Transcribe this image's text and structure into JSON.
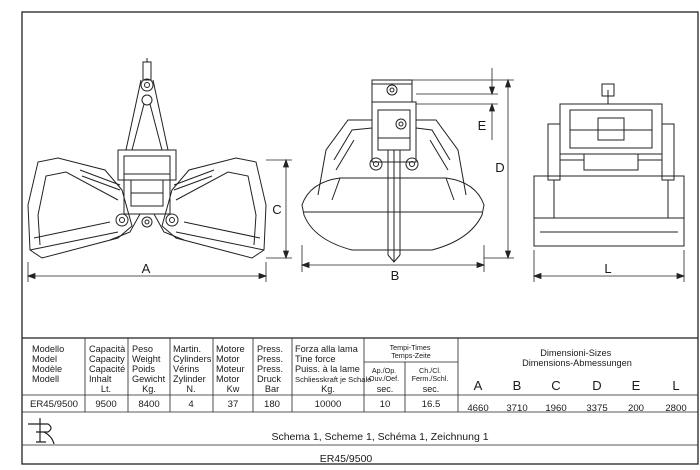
{
  "views": {
    "front_label": "A",
    "height_label": "C",
    "side_label": "B",
    "overall_height_label": "D",
    "top_height_label": "E",
    "width_label": "L"
  },
  "table": {
    "headers": [
      [
        "Modello",
        "Model",
        "Modèle",
        "Modell"
      ],
      [
        "Capacità",
        "Capacity",
        "Capacité",
        "Inhalt",
        "Lt."
      ],
      [
        "Peso",
        "Weight",
        "Poids",
        "Gewicht",
        "Kg."
      ],
      [
        "Martin.",
        "Cylinders",
        "Vérins",
        "Zylinder",
        "N."
      ],
      [
        "Motore",
        "Motor",
        "Moteur",
        "Motor",
        "Kw"
      ],
      [
        "Press.",
        "Press.",
        "Press.",
        "Druck",
        "Bar"
      ],
      [
        "Forza alla lama",
        "Tine force",
        "Puiss. à la lame",
        "Schliesskraft je Schale",
        "Kg."
      ]
    ],
    "times": {
      "title1": "Tempi-Times",
      "title2": "Temps-Zeite",
      "col1": [
        "Ap./Op.",
        "Ouv./Oef.",
        "sec."
      ],
      "col2": [
        "Ch./Cl.",
        "Ferm./Schl.",
        "sec."
      ]
    },
    "dims": {
      "title1": "Dimensioni-Sizes",
      "title2": "Dimensions-Abmessungen",
      "letters": [
        "A",
        "B",
        "C",
        "D",
        "E",
        "L"
      ]
    },
    "row": [
      "ER45/9500",
      "9500",
      "8400",
      "4",
      "37",
      "180",
      "10000",
      "10",
      "16.5",
      "4660",
      "3710",
      "1960",
      "3375",
      "200",
      "2800"
    ]
  },
  "footer": {
    "scheme_caption": "Schema 1, Scheme 1, Schéma 1, Zeichnung 1",
    "model_caption": "ER45/9500"
  }
}
